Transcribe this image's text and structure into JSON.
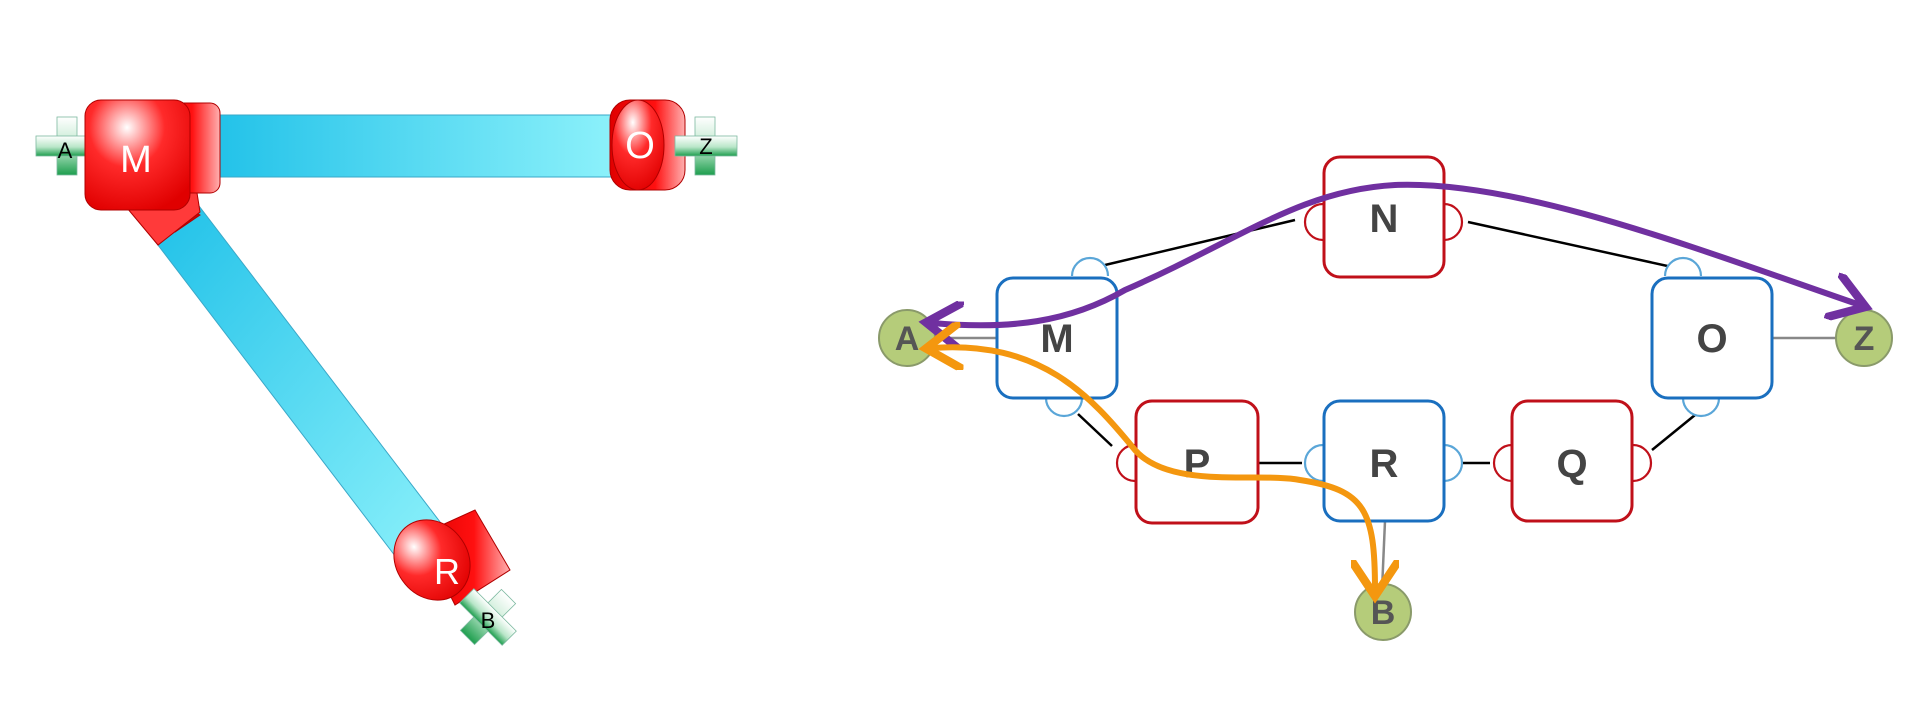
{
  "left_diagram": {
    "nodes": {
      "m": "M",
      "o": "O",
      "r": "R"
    },
    "endpoints": {
      "a": "A",
      "z": "Z",
      "b": "B"
    }
  },
  "right_diagram": {
    "nodes": {
      "m": "M",
      "n": "N",
      "o": "O",
      "p": "P",
      "r": "R",
      "q": "Q"
    },
    "endpoints": {
      "a": "A",
      "z": "Z",
      "b": "B"
    }
  },
  "colors": {
    "red": "#e00000",
    "red_outline": "#c0101a",
    "blue_outline": "#1a6fbf",
    "endpoint_fill": "#b5cc7a",
    "path_purple": "#7030a0",
    "path_orange": "#f4970f",
    "tube_cyan": "#1ec0e8",
    "plus_green": "#1e9e4e"
  }
}
